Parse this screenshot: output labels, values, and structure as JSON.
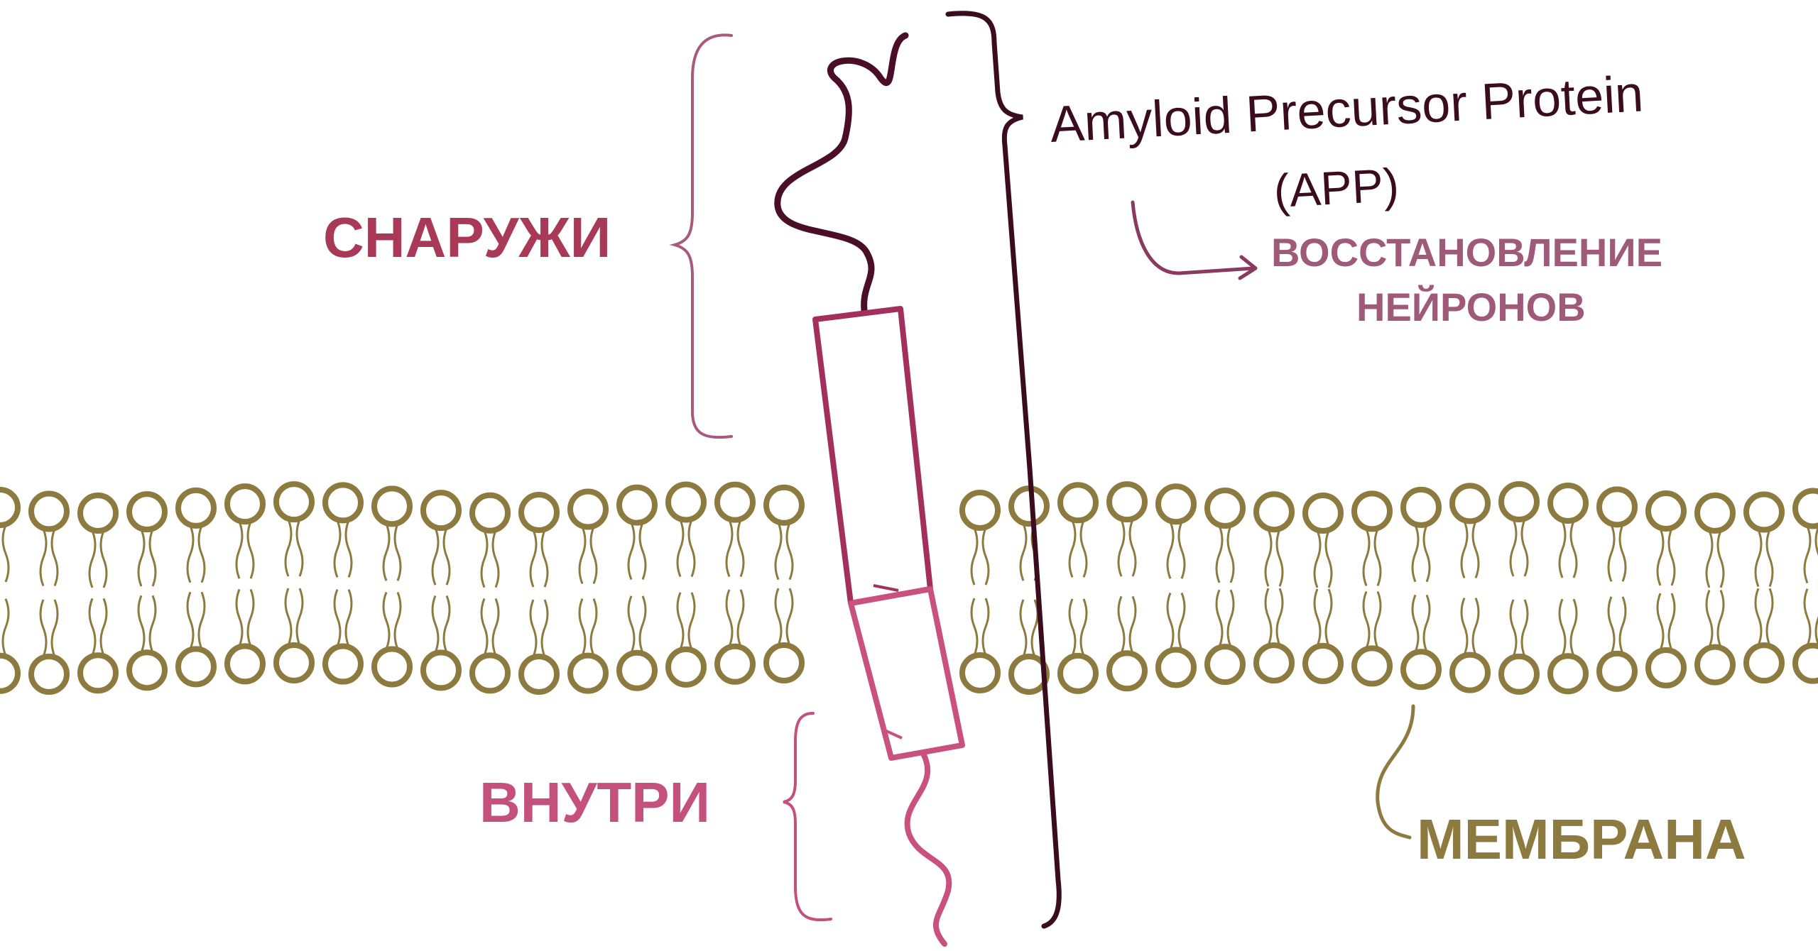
{
  "labels": {
    "outside": "СНАРУЖИ",
    "inside": "ВНУТРИ",
    "membrane": "МЕМБРАНА",
    "protein_line1": "Amyloid Precursor Protein",
    "protein_line2": "(APP)",
    "function_line1": "ВОССТАНОВЛЕНИЕ",
    "function_line2": "НЕЙРОНОВ"
  },
  "colors": {
    "outside_label": "#a83a58",
    "inside_label": "#c4507c",
    "membrane": "#8c7a3f",
    "protein_label": "#3a0c1e",
    "function_label": "#9e5a78",
    "protein_extracellular": "#a3305a",
    "protein_intracellular": "#c9517f",
    "protein_tail": "#4a0f26",
    "bracket_outside": "#a85a7a",
    "bracket_inside": "#c4507c",
    "bracket_protein": "#3a0c1e"
  }
}
